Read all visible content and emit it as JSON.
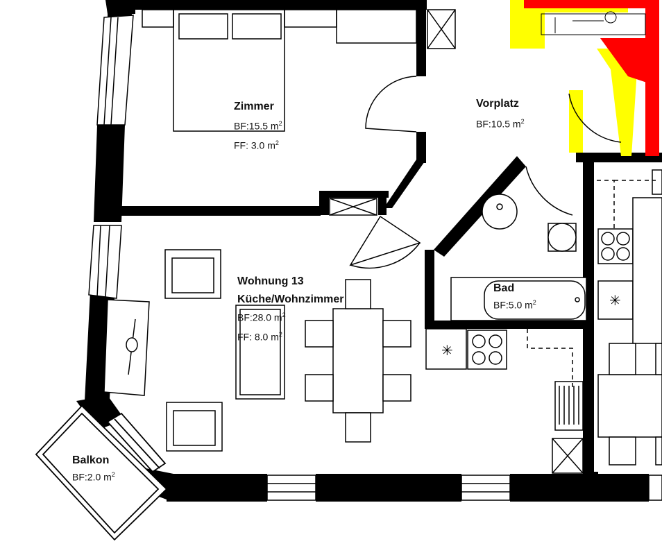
{
  "rooms": {
    "zimmer": {
      "name": "Zimmer",
      "bf": "BF:15.5 m",
      "ff": "FF:  3.0 m",
      "sup": "2"
    },
    "vorplatz": {
      "name": "Vorplatz",
      "bf": "BF:10.5 m",
      "sup": "2"
    },
    "kueche": {
      "unit": "Wohnung 13",
      "name": "Küche/Wohnzimmer",
      "bf": "BF:28.0 m",
      "ff": "FF:  8.0 m",
      "sup": "2"
    },
    "bad": {
      "name": "Bad",
      "bf": "BF:5.0 m",
      "sup": "2"
    },
    "balkon": {
      "name": "Balkon",
      "bf": "BF:2.0 m",
      "sup": "2"
    }
  },
  "colors": {
    "wall": "#000000",
    "red": "#ff0000",
    "yellow": "#ffff00",
    "line": "#222222"
  }
}
